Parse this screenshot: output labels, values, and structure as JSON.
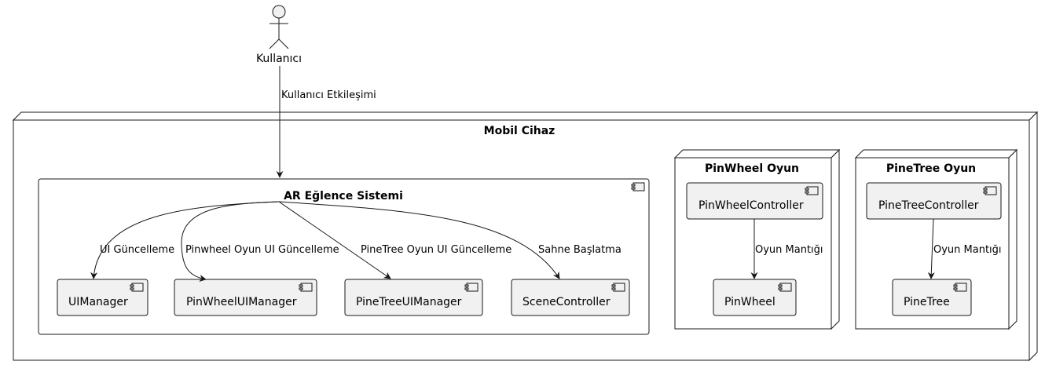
{
  "actor": {
    "name": "Kullanıcı"
  },
  "device": {
    "title": "Mobil Cihaz"
  },
  "system": {
    "title": "AR Eğlence Sistemi",
    "components": [
      "UIManager",
      "PinWheelUIManager",
      "PineTreeUIManager",
      "SceneController"
    ]
  },
  "pinwheel_node": {
    "title": "PinWheel Oyun",
    "controller": "PinWheelController",
    "target": "PinWheel"
  },
  "pinetree_node": {
    "title": "PineTree Oyun",
    "controller": "PineTreeController",
    "target": "PineTree"
  },
  "edges": {
    "user_interaction": "Kullanıcı Etkileşimi",
    "ui_update": "UI Güncelleme",
    "pinwheel_ui_update": "Pinwheel Oyun UI Güncelleme",
    "pinetree_ui_update": "PineTree Oyun UI Güncelleme",
    "scene_start": "Sahne Başlatma",
    "pinwheel_logic": "Oyun Mantığı",
    "pinetree_logic": "Oyun Mantığı"
  },
  "colors": {
    "component_fill": "#F1F1F1",
    "stroke": "#181818",
    "background": "#FFFFFF"
  }
}
